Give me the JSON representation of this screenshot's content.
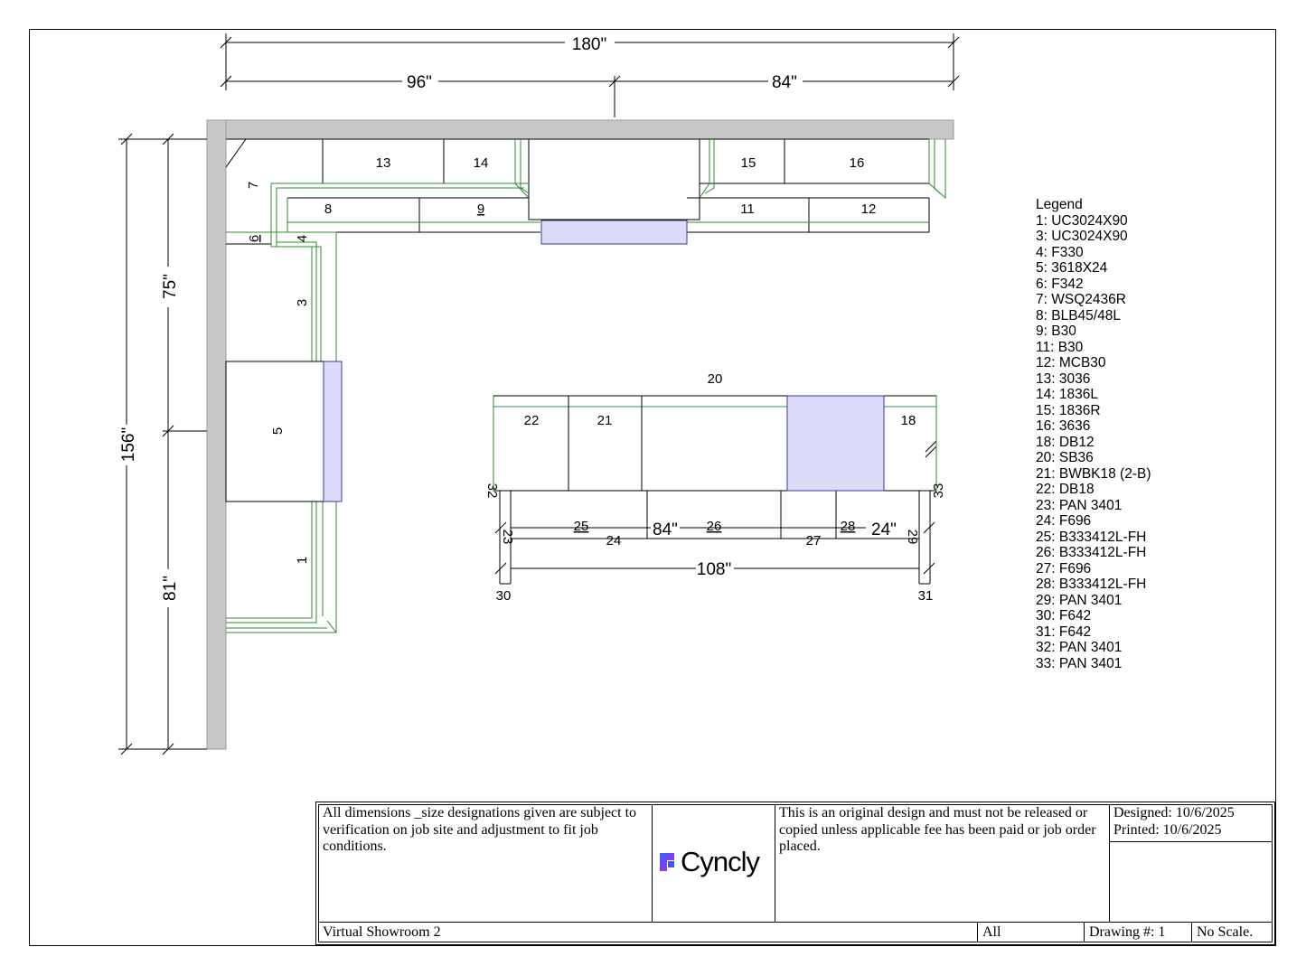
{
  "dimensions": {
    "overall_width": "180\"",
    "left_run": "96\"",
    "right_run": "84\"",
    "overall_depth": "156\"",
    "upper_wall": "75\"",
    "lower_wall": "81\"",
    "island_length": "108\"",
    "island_left_segment": "84\"",
    "island_right_segment": "24\""
  },
  "cabinet_labels": {
    "c1": "1",
    "c3": "3",
    "c4": "4",
    "c5": "5",
    "c6": "6",
    "c7": "7",
    "c8": "8",
    "c9": "9",
    "c11": "11",
    "c12": "12",
    "c13": "13",
    "c14": "14",
    "c15": "15",
    "c16": "16",
    "c18": "18",
    "c20": "20",
    "c21": "21",
    "c22": "22",
    "c23": "23",
    "c24": "24",
    "c25": "25",
    "c26": "26",
    "c27": "27",
    "c28": "28",
    "c29": "29",
    "c30": "30",
    "c31": "31",
    "c32": "32",
    "c33": "33"
  },
  "legend": {
    "title": "Legend",
    "items": [
      "1: UC3024X90",
      "3: UC3024X90",
      "4: F330",
      "5: 3618X24",
      "6: F342",
      "7: WSQ2436R",
      "8: BLB45/48L",
      "9: B30",
      "11: B30",
      "12: MCB30",
      "13: 3036",
      "14: 1836L",
      "15: 1836R",
      "16: 3636",
      "18: DB12",
      "20: SB36",
      "21: BWBK18 (2-B)",
      "22: DB18",
      "23: PAN 3401",
      "24: F696",
      "25: B333412L-FH",
      "26: B333412L-FH",
      "27: F696",
      "28: B333412L-FH",
      "29: PAN 3401",
      "30: F642",
      "31: F642",
      "32: PAN 3401",
      "33: PAN 3401"
    ]
  },
  "title_block": {
    "note_left": "All dimensions _size designations given are subject to verification on job site and adjustment to fit job conditions.",
    "logo_text": "Cyncly",
    "note_right": "This is an original design and must not be released or copied unless applicable fee has been paid or job order placed.",
    "designed": "Designed: 10/6/2025",
    "printed": "Printed: 10/6/2025",
    "project": "Virtual Showroom 2",
    "view": "All",
    "drawing_no": "Drawing #: 1",
    "scale": "No Scale."
  },
  "colors": {
    "wall": "#c8c8c8",
    "cabinet_outline": "#2e8b2e",
    "appliance_fill": "#dcdcf8",
    "appliance_stroke": "#3a3a9a"
  }
}
